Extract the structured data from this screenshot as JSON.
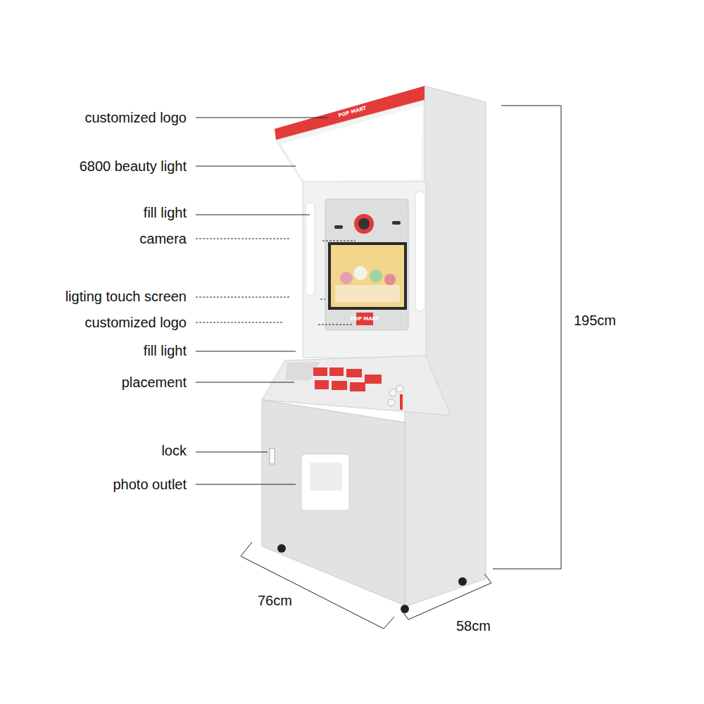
{
  "diagram": {
    "labels": [
      "customized logo",
      "6800 beauty light",
      "fill light",
      "camera",
      "ligting touch screen",
      "customized logo",
      "fill light",
      "placement",
      "lock",
      "photo outlet",
      "195cm",
      "76cm",
      "58cm",
      "POP MART",
      "POP MART"
    ]
  }
}
